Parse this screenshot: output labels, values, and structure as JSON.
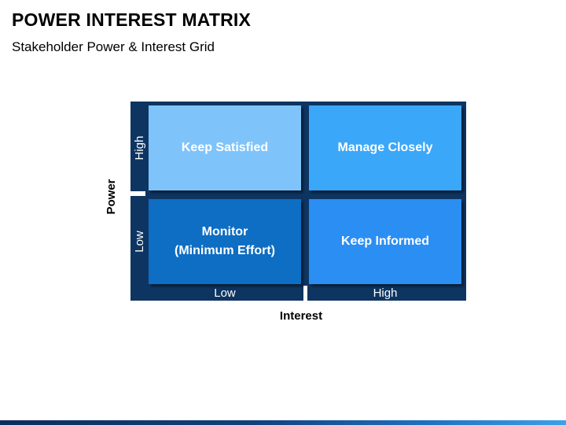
{
  "header": {
    "title": "POWER INTEREST MATRIX",
    "subtitle": "Stakeholder Power & Interest Grid"
  },
  "matrix": {
    "x_axis": {
      "label": "Interest",
      "ticks": [
        "Low",
        "High"
      ]
    },
    "y_axis": {
      "label": "Power",
      "ticks": [
        "High",
        "Low"
      ]
    },
    "cells": {
      "high_power_low_interest": {
        "label": "Keep Satisfied",
        "color": "#7fc3fb"
      },
      "high_power_high_interest": {
        "label": "Manage Closely",
        "color": "#3ba7f8"
      },
      "low_power_low_interest": {
        "label": "Monitor\n(Minimum Effort)",
        "color": "#0e6ec3"
      },
      "low_power_high_interest": {
        "label": "Keep Informed",
        "color": "#2b8ef3"
      }
    },
    "frame_color": "#0e3561"
  }
}
